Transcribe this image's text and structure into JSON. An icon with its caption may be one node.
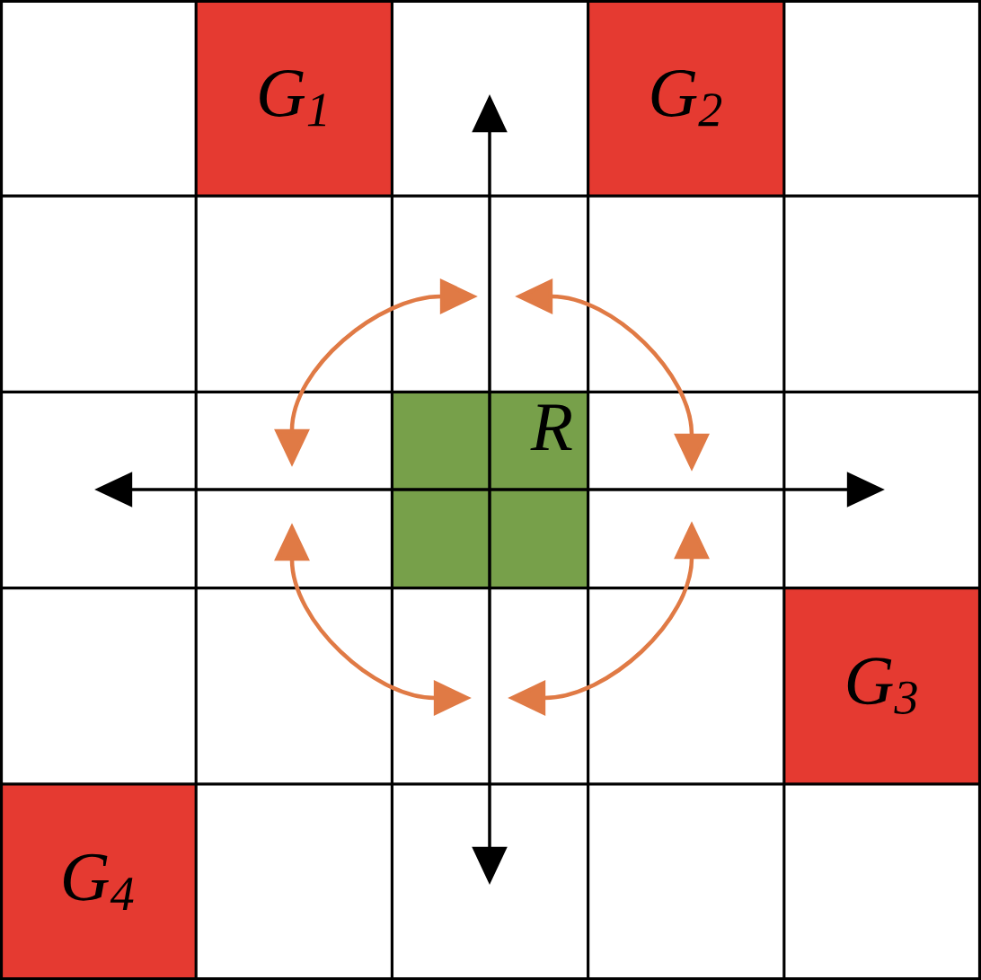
{
  "diagram": {
    "nodes": [
      {
        "text": [
          "G$_{1}$"
        ]
      },
      {
        "text": [
          "G$_{2}$"
        ]
      },
      {
        "text": [
          "G$_{3}$"
        ]
      },
      {
        "text": [
          "G$_{4}$"
        ]
      },
      {
        "text": [
          "R"
        ]
      }
    ]
  }
}
